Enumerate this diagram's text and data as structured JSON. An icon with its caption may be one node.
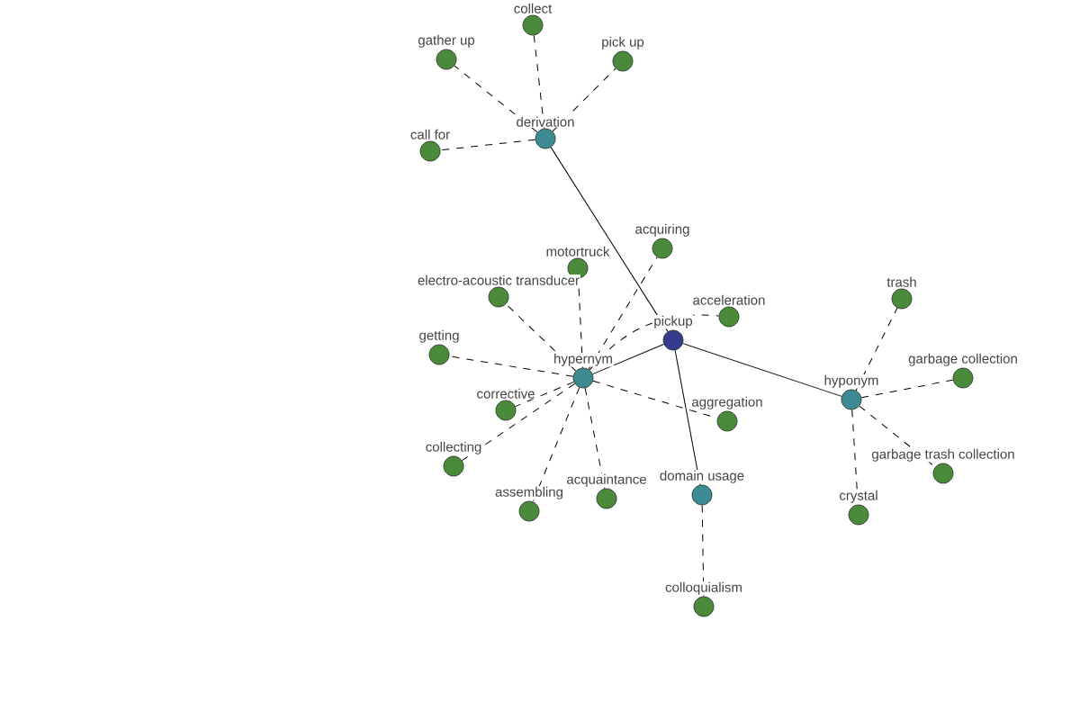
{
  "diagram": {
    "nodes": [
      {
        "text": [
          "pickup"
        ]
      },
      {
        "text": [
          "derivation"
        ]
      },
      {
        "text": [
          "collect"
        ]
      },
      {
        "text": [
          "gather up"
        ]
      },
      {
        "text": [
          "pick up"
        ]
      },
      {
        "text": [
          "call for"
        ]
      },
      {
        "text": [
          "hypernym"
        ]
      },
      {
        "text": [
          "acquiring"
        ]
      },
      {
        "text": [
          "motortruck"
        ]
      },
      {
        "text": [
          "electro-acoustic transducer"
        ]
      },
      {
        "text": [
          "getting"
        ]
      },
      {
        "text": [
          "corrective"
        ]
      },
      {
        "text": [
          "collecting"
        ]
      },
      {
        "text": [
          "assembling"
        ]
      },
      {
        "text": [
          "acquaintance"
        ]
      },
      {
        "text": [
          "aggregation"
        ]
      },
      {
        "text": [
          "acceleration"
        ]
      },
      {
        "text": [
          "domain usage"
        ]
      },
      {
        "text": [
          "colloquialism"
        ]
      },
      {
        "text": [
          "hyponym"
        ]
      },
      {
        "text": [
          "trash"
        ]
      },
      {
        "text": [
          "garbage collection"
        ]
      },
      {
        "text": [
          "garbage trash collection"
        ]
      },
      {
        "text": [
          "crystal"
        ]
      }
    ],
    "edges": [
      {
        "from": 0,
        "to": 1,
        "arrow": "none"
      },
      {
        "from": 0,
        "to": 6,
        "arrow": "none"
      },
      {
        "from": 0,
        "to": 17,
        "arrow": "none"
      },
      {
        "from": 0,
        "to": 19,
        "arrow": "none"
      },
      {
        "from": 1,
        "to": 2,
        "arrow": "none",
        "style": "dashed"
      },
      {
        "from": 1,
        "to": 3,
        "arrow": "none",
        "style": "dashed"
      },
      {
        "from": 1,
        "to": 4,
        "arrow": "none",
        "style": "dashed"
      },
      {
        "from": 1,
        "to": 5,
        "arrow": "none",
        "style": "dashed"
      },
      {
        "from": 6,
        "to": 7,
        "arrow": "none",
        "style": "dashed"
      },
      {
        "from": 6,
        "to": 8,
        "arrow": "none",
        "style": "dashed"
      },
      {
        "from": 6,
        "to": 9,
        "arrow": "none",
        "style": "dashed"
      },
      {
        "from": 6,
        "to": 10,
        "arrow": "none",
        "style": "dashed"
      },
      {
        "from": 6,
        "to": 11,
        "arrow": "none",
        "style": "dashed"
      },
      {
        "from": 6,
        "to": 12,
        "arrow": "none",
        "style": "dashed"
      },
      {
        "from": 6,
        "to": 13,
        "arrow": "none",
        "style": "dashed"
      },
      {
        "from": 6,
        "to": 14,
        "arrow": "none",
        "style": "dashed"
      },
      {
        "from": 6,
        "to": 15,
        "arrow": "none",
        "style": "dashed"
      },
      {
        "from": 6,
        "to": 16,
        "arrow": "none",
        "style": "dashed"
      },
      {
        "from": 17,
        "to": 18,
        "arrow": "none",
        "style": "dashed"
      },
      {
        "from": 19,
        "to": 20,
        "arrow": "none",
        "style": "dashed"
      },
      {
        "from": 19,
        "to": 21,
        "arrow": "none",
        "style": "dashed"
      },
      {
        "from": 19,
        "to": 22,
        "arrow": "none",
        "style": "dashed"
      },
      {
        "from": 19,
        "to": 23,
        "arrow": "none",
        "style": "dashed"
      }
    ]
  }
}
